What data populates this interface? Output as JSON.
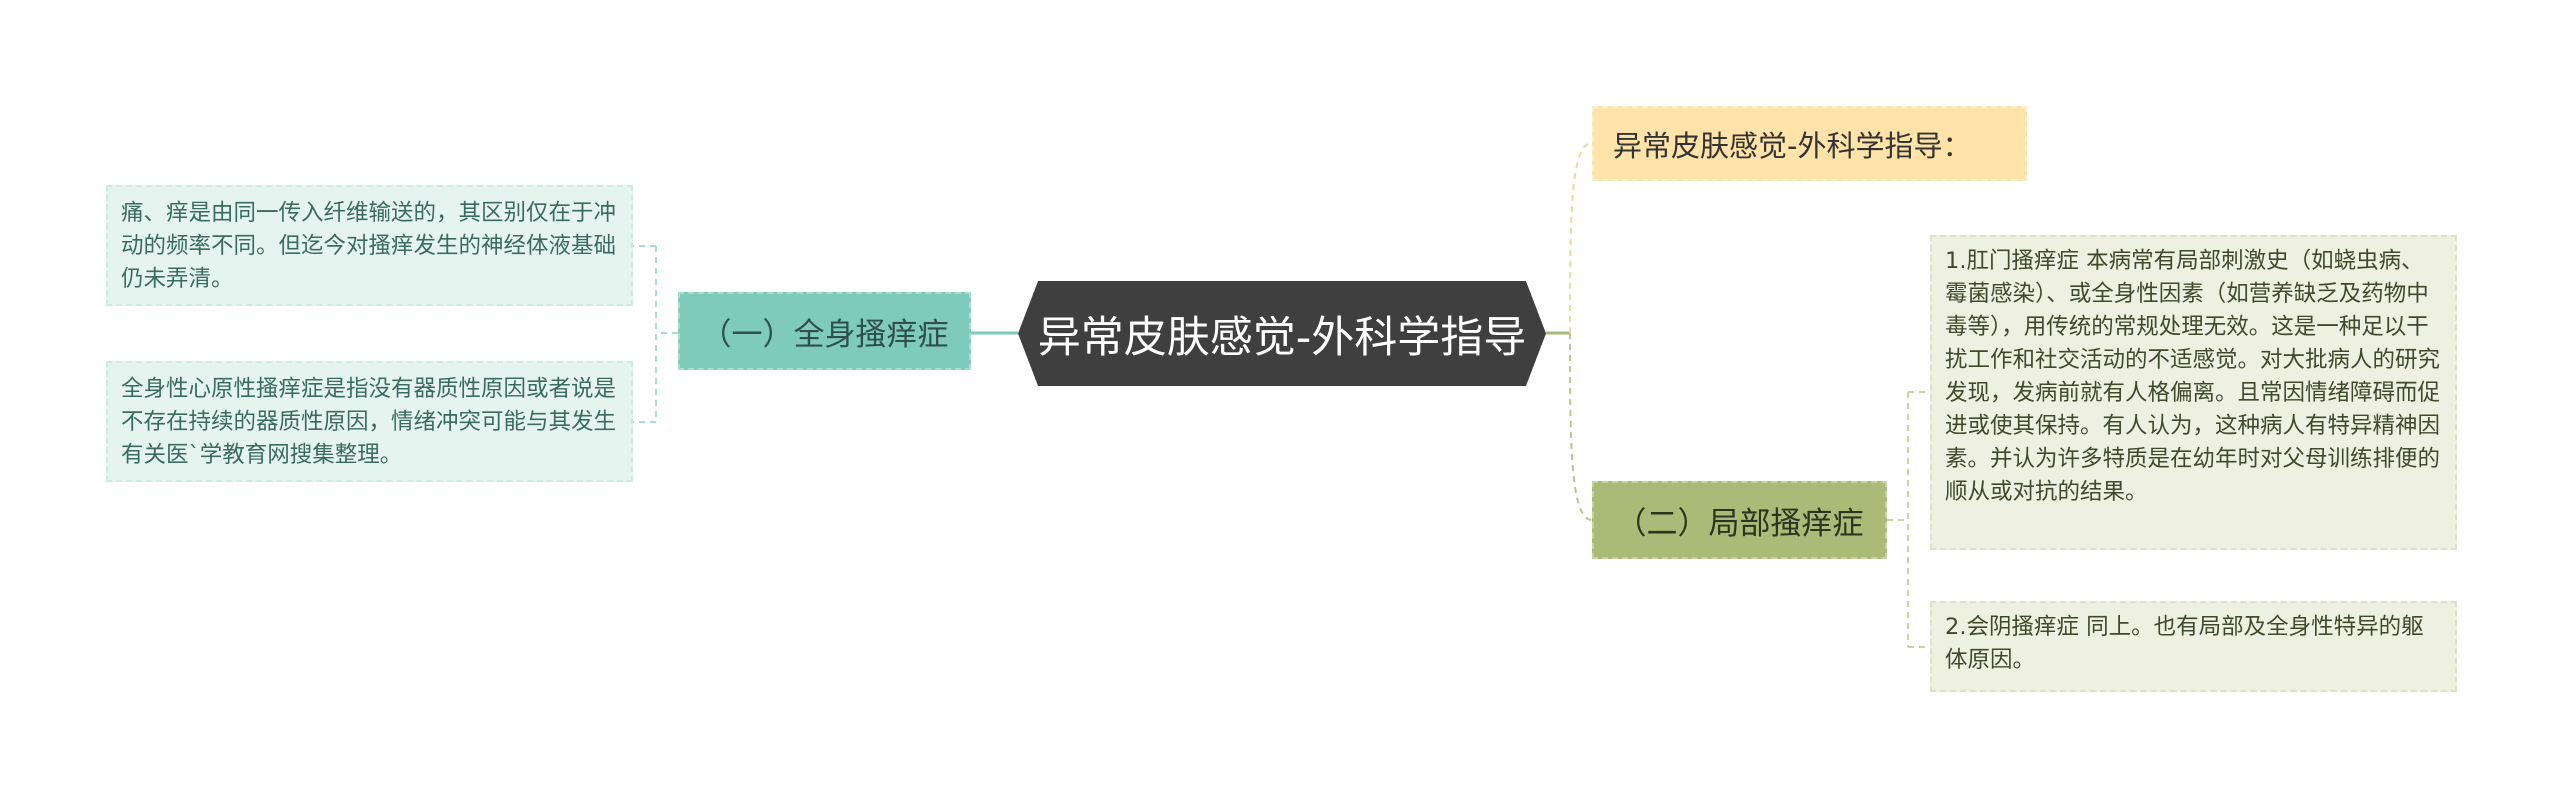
{
  "diagram": {
    "center": {
      "label": "异常皮肤感觉-外科学指导"
    },
    "top_branch": {
      "label": "异常皮肤感觉-外科学指导："
    },
    "left_branch": {
      "label": "（一）全身搔痒症",
      "children": [
        "痛、痒是由同一传入纤维输送的，其区别仅在于冲动的频率不同。但迄今对搔痒发生的神经体液基础仍未弄清。",
        "全身性心原性搔痒症是指没有器质性原因或者说是不存在持续的器质性原因，情绪冲突可能与其发生有关医`学教育网搜集整理。"
      ]
    },
    "right_branch": {
      "label": "（二）局部搔痒症",
      "children": [
        "1.肛门搔痒症 本病常有局部刺激史（如蛲虫病、霉菌感染）、或全身性因素（如营养缺乏及药物中毒等），用传统的常规处理无效。这是一种足以干扰工作和社交活动的不适感觉。对大批病人的研究发现，发病前就有人格偏离。且常因情绪障碍而促进或使其保持。有人认为，这种病人有特异精神因素。并认为许多特质是在幼年时对父母训练排便的顺从或对抗的结果。",
        "2.会阴搔痒症 同上。也有局部及全身性特异的躯体原因。"
      ]
    },
    "colors": {
      "center": "#3f3f3f",
      "left_branch": "#7ecbbb",
      "left_leaf": "#e6f4f0",
      "top_branch": "#ffe3a9",
      "right_branch": "#a9bb76",
      "right_leaf": "#eef0e1"
    }
  }
}
